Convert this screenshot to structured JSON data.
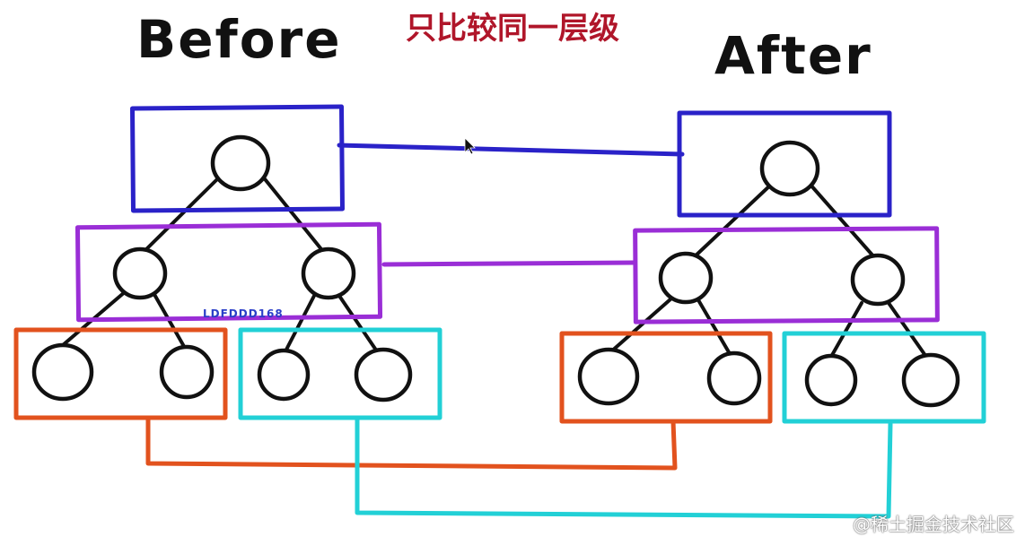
{
  "title": "只比较同一层级",
  "labels": {
    "before": "Before",
    "after": "After"
  },
  "watermark": "LDFDDD168",
  "footer": "@稀土掘金技术社区",
  "colors": {
    "title": "#b0162a",
    "level1": "#2a22c8",
    "level2": "#9a2ed6",
    "level3_left": "#e2521e",
    "level3_right": "#22d0d6",
    "watermark": "#2a3ec8",
    "node": "#111111"
  },
  "icons": [
    "cursor-arrow-icon"
  ]
}
